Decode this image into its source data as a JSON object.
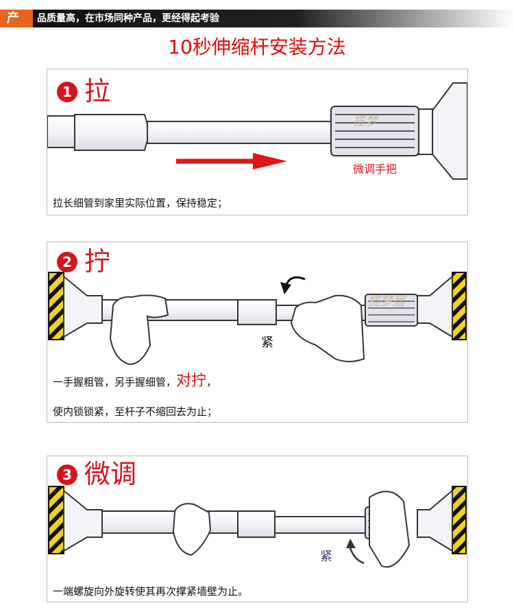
{
  "header": {
    "tag": "产",
    "slogan": "品质量高，在市场同种产品，更经得起考验"
  },
  "title": "10秒伸缩杆安装方法",
  "steps": [
    {
      "number": "1",
      "word": "拉",
      "label_fine": "微调手把",
      "watermark": "揽梦",
      "caption": "拉长细管到家里实际位置，保持稳定；"
    },
    {
      "number": "2",
      "word": "拧",
      "label_tight": "紧",
      "watermark": "揽梦居",
      "caption_a": "一手握粗管，另手握细管，",
      "caption_b": "对拧",
      "caption_c": "，",
      "caption2": "使内锁锁紧，至杆子不缩回去为止；"
    },
    {
      "number": "3",
      "word": "微调",
      "label_tight": "紧",
      "caption": "一端螺旋向外旋转使其再次撑紧墙壁为止。"
    }
  ],
  "colors": {
    "red": "#d6141c",
    "orange": "#e8641c",
    "hazard_yellow": "#f2d21a"
  }
}
